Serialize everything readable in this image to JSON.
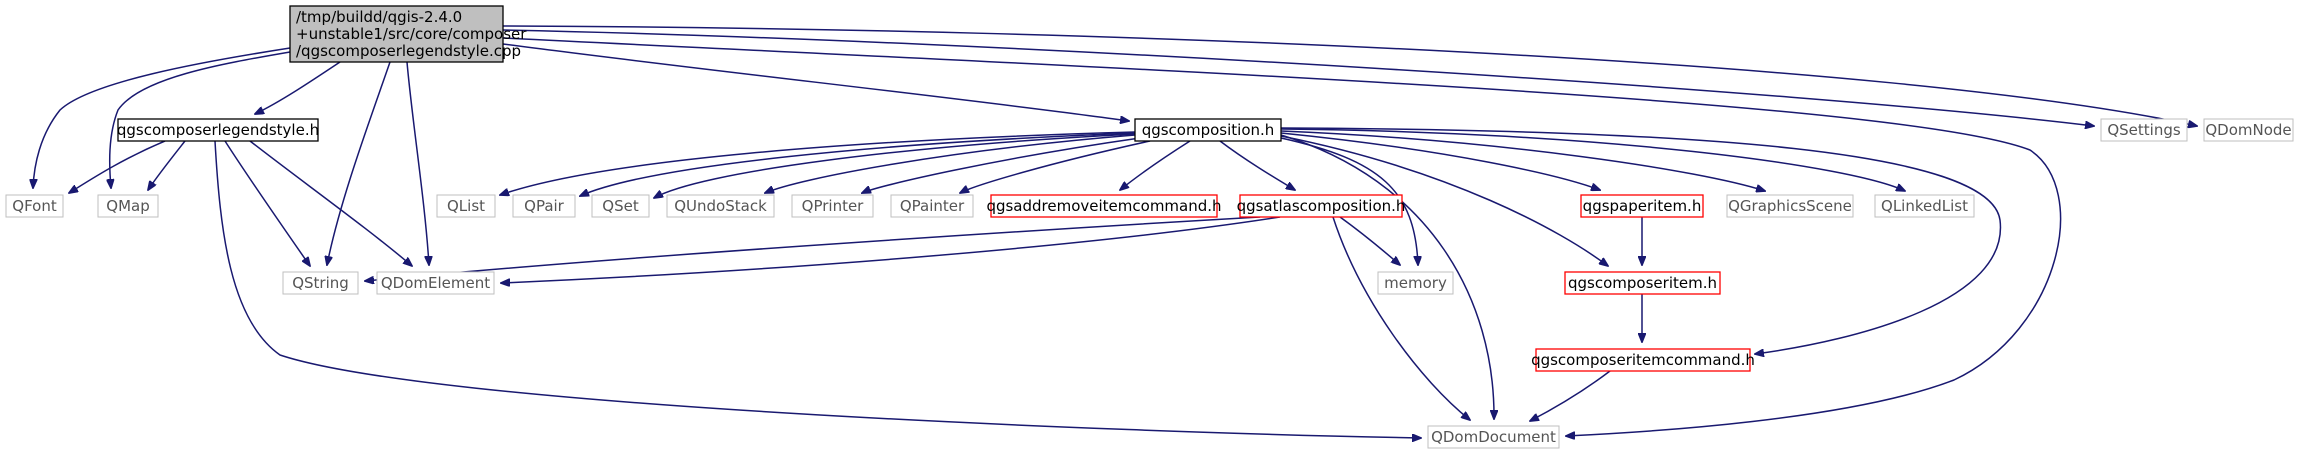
{
  "diagram": {
    "root": {
      "lines": [
        "/tmp/buildd/qgis-2.4.0",
        "+unstable1/src/core/composer",
        "/qgscomposerlegendstyle.cpp"
      ]
    },
    "nodes": [
      {
        "id": "qgscomposerlegendstyle",
        "label": "qgscomposerlegendstyle.h",
        "style": "documented"
      },
      {
        "id": "qgscomposition",
        "label": "qgscomposition.h",
        "style": "documented"
      },
      {
        "id": "QFont",
        "label": "QFont",
        "style": "external"
      },
      {
        "id": "QMap",
        "label": "QMap",
        "style": "external"
      },
      {
        "id": "QString",
        "label": "QString",
        "style": "external"
      },
      {
        "id": "QDomElement",
        "label": "QDomElement",
        "style": "external"
      },
      {
        "id": "QSettings",
        "label": "QSettings",
        "style": "external"
      },
      {
        "id": "QDomNode",
        "label": "QDomNode",
        "style": "external"
      },
      {
        "id": "QDomDocument",
        "label": "QDomDocument",
        "style": "external"
      },
      {
        "id": "QList",
        "label": "QList",
        "style": "external"
      },
      {
        "id": "QPair",
        "label": "QPair",
        "style": "external"
      },
      {
        "id": "QSet",
        "label": "QSet",
        "style": "external"
      },
      {
        "id": "QUndoStack",
        "label": "QUndoStack",
        "style": "external"
      },
      {
        "id": "QPrinter",
        "label": "QPrinter",
        "style": "external"
      },
      {
        "id": "QPainter",
        "label": "QPainter",
        "style": "external"
      },
      {
        "id": "qgsaddremoveitemcommand",
        "label": "qgsaddremoveitemcommand.h",
        "style": "truncated"
      },
      {
        "id": "qgsatlascomposition",
        "label": "qgsatlascomposition.h",
        "style": "truncated"
      },
      {
        "id": "memory",
        "label": "memory",
        "style": "external"
      },
      {
        "id": "qgspaperitem",
        "label": "qgspaperitem.h",
        "style": "truncated"
      },
      {
        "id": "qgscomposeritem",
        "label": "qgscomposeritem.h",
        "style": "truncated"
      },
      {
        "id": "qgscomposeritemcommand",
        "label": "qgscomposeritemcommand.h",
        "style": "truncated"
      },
      {
        "id": "QGraphicsScene",
        "label": "QGraphicsScene",
        "style": "external"
      },
      {
        "id": "QLinkedList",
        "label": "QLinkedList",
        "style": "external"
      }
    ],
    "edges": [
      [
        "root",
        "QFont"
      ],
      [
        "root",
        "QMap"
      ],
      [
        "root",
        "qgscomposerlegendstyle"
      ],
      [
        "root",
        "QString"
      ],
      [
        "root",
        "QDomElement"
      ],
      [
        "root",
        "qgscomposition"
      ],
      [
        "root",
        "QDomDocument"
      ],
      [
        "root",
        "QSettings"
      ],
      [
        "root",
        "QDomNode"
      ],
      [
        "qgscomposerlegendstyle",
        "QFont"
      ],
      [
        "qgscomposerlegendstyle",
        "QMap"
      ],
      [
        "qgscomposerlegendstyle",
        "QString"
      ],
      [
        "qgscomposerlegendstyle",
        "QDomElement"
      ],
      [
        "qgscomposerlegendstyle",
        "QDomDocument"
      ],
      [
        "qgscomposition",
        "QList"
      ],
      [
        "qgscomposition",
        "QPair"
      ],
      [
        "qgscomposition",
        "QSet"
      ],
      [
        "qgscomposition",
        "QUndoStack"
      ],
      [
        "qgscomposition",
        "QPrinter"
      ],
      [
        "qgscomposition",
        "QPainter"
      ],
      [
        "qgscomposition",
        "qgsaddremoveitemcommand"
      ],
      [
        "qgscomposition",
        "qgsatlascomposition"
      ],
      [
        "qgscomposition",
        "memory"
      ],
      [
        "qgscomposition",
        "QDomDocument"
      ],
      [
        "qgscomposition",
        "qgspaperitem"
      ],
      [
        "qgscomposition",
        "qgscomposeritem"
      ],
      [
        "qgscomposition",
        "QGraphicsScene"
      ],
      [
        "qgscomposition",
        "QLinkedList"
      ],
      [
        "qgscomposition",
        "qgscomposeritemcommand"
      ],
      [
        "qgsatlascomposition",
        "QString"
      ],
      [
        "qgsatlascomposition",
        "QDomElement"
      ],
      [
        "qgsatlascomposition",
        "memory"
      ],
      [
        "qgsatlascomposition",
        "QDomDocument"
      ],
      [
        "qgspaperitem",
        "qgscomposeritem"
      ],
      [
        "qgscomposeritem",
        "qgscomposeritemcommand"
      ],
      [
        "qgscomposeritemcommand",
        "QDomDocument"
      ]
    ],
    "colors": {
      "edge": "#191970",
      "documented_border": "#000000",
      "external_border": "#bfbfbf",
      "truncated_border": "#ff0000",
      "root_fill": "#bfbfbf"
    }
  }
}
